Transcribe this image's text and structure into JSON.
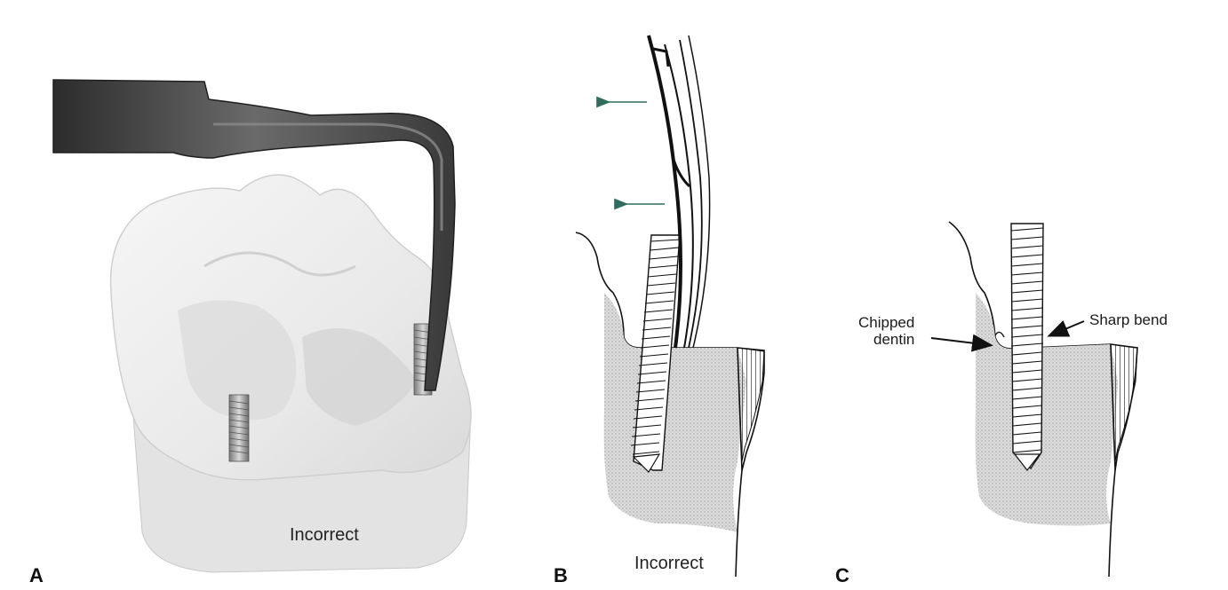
{
  "panels": {
    "a": {
      "letter": "A",
      "caption": "Incorrect"
    },
    "b": {
      "letter": "B",
      "caption": "Incorrect"
    },
    "c": {
      "letter": "C",
      "annotations": {
        "chipped_line1": "Chipped",
        "chipped_line2": "dentin",
        "sharp_bend": "Sharp bend"
      }
    }
  },
  "colors": {
    "dentin_fill": "#d6d6d6",
    "arrow_green": "#2f6e5e",
    "ink": "#111111",
    "model_white": "#eeeeee",
    "instrument_dark": "#3a3a3a"
  }
}
